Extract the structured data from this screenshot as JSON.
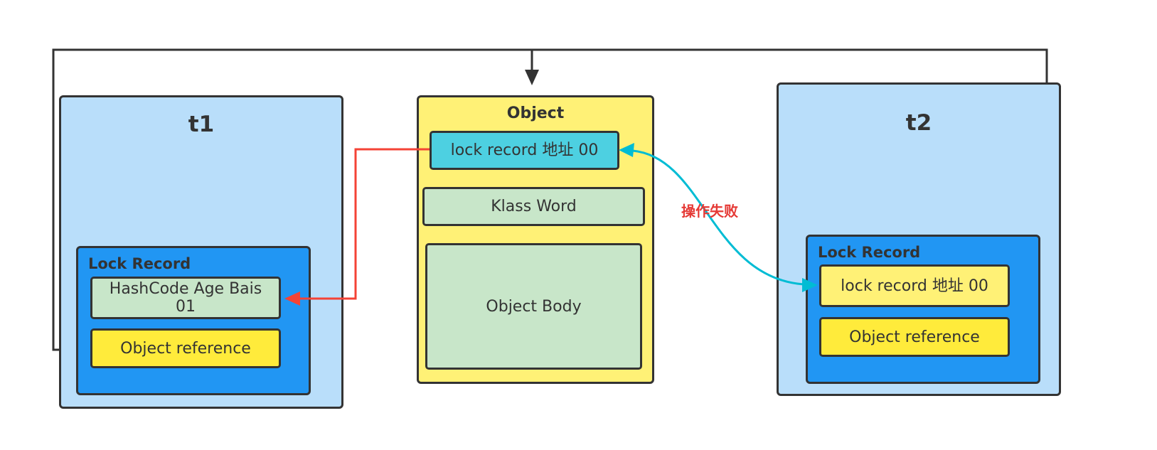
{
  "colors": {
    "thread_bg": "#b9defa",
    "lock_record_bg": "#2196f3",
    "object_bg": "#fff176",
    "cell_green": "#c8e6c9",
    "cell_yellow": "#ffeb3b",
    "cell_cyan": "#4dd0e1",
    "red_arrow": "#f44336",
    "cyan_arrow": "#00bcd4",
    "outline": "#333333"
  },
  "t1": {
    "title": "t1",
    "lock_record": {
      "title": "Lock Record",
      "hashcode_cell": "HashCode Age Bais\n01",
      "object_reference": "Object reference"
    }
  },
  "object": {
    "title": "Object",
    "mark_word": "lock record 地址 00",
    "klass_word": "Klass Word",
    "body": "Object Body"
  },
  "t2": {
    "title": "t2",
    "lock_record": {
      "title": "Lock Record",
      "address_cell": "lock record 地址 00",
      "object_reference": "Object reference"
    }
  },
  "cas_label": "操作失败"
}
